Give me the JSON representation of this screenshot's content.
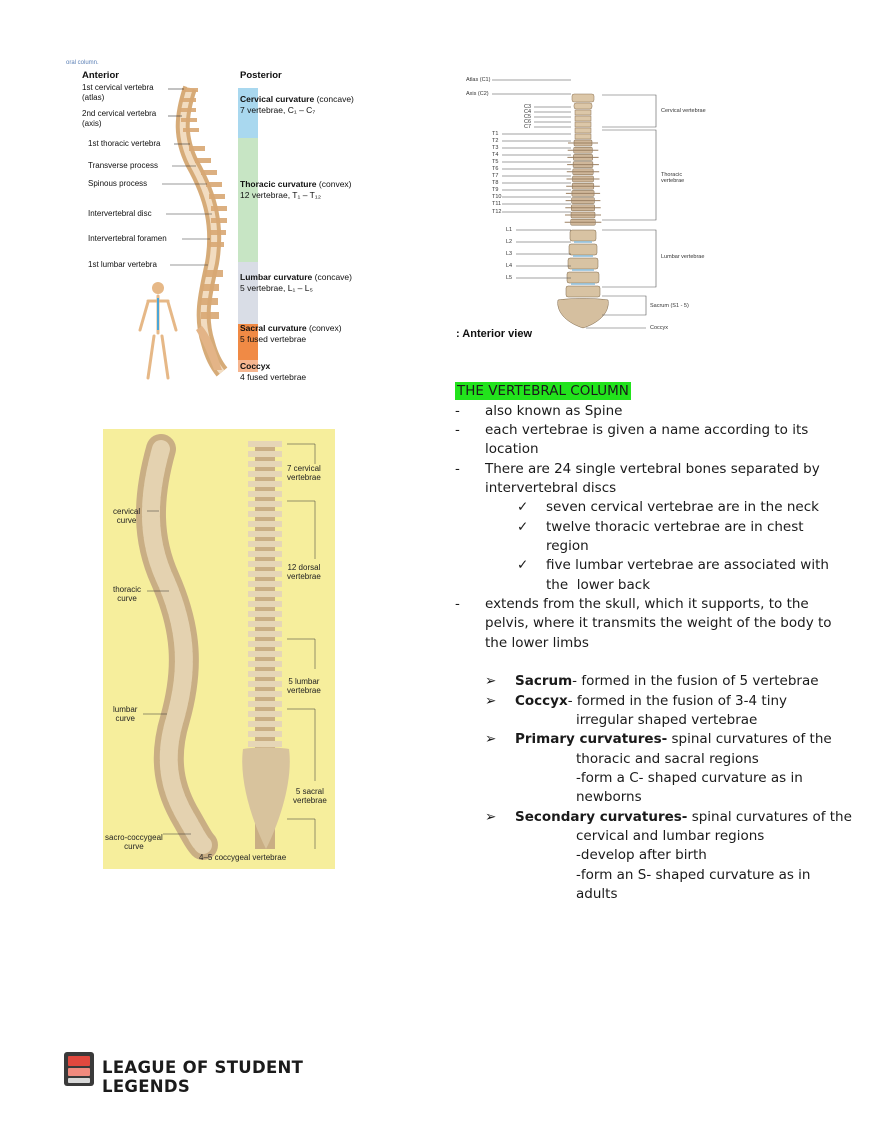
{
  "figure1": {
    "tiny_caption": "oral column.",
    "anterior_label": "Anterior",
    "posterior_label": "Posterior",
    "left_labels": [
      "1st cervical vertebra",
      "(atlas)",
      "2nd cervical vertebra",
      "(axis)",
      "1st thoracic vertebra",
      "Transverse process",
      "Spinous process",
      "Intervertebral disc",
      "Intervertebral foramen",
      "1st lumbar vertebra"
    ],
    "regions": [
      {
        "name": "Cervical curvature",
        "type": "(concave)",
        "detail": "7 vertebrae, C₁ – C₇"
      },
      {
        "name": "Thoracic curvature",
        "type": "(convex)",
        "detail": "12 vertebrae, T₁ – T₁₂"
      },
      {
        "name": "Lumbar curvature",
        "type": "(concave)",
        "detail": "5 vertebrae, L₁ – L₅"
      },
      {
        "name": "Sacral curvature",
        "type": "(convex)",
        "detail": "5 fused vertebrae"
      },
      {
        "name": "Coccyx",
        "type": "",
        "detail": "4 fused vertebrae"
      }
    ],
    "colors": {
      "cervical": "#a9d8ef",
      "thoracic": "#c7e5c4",
      "lumbar": "#d9dde6",
      "sacral": "#f08a45",
      "coccyx": "#f6b690"
    }
  },
  "figure2": {
    "caption": ": Anterior view",
    "left_labels": [
      "Atlas (C1)",
      "Axis (C2)",
      "C3",
      "C4",
      "C5",
      "C6",
      "C7",
      "T1",
      "T2",
      "T3",
      "T4",
      "T5",
      "T6",
      "T7",
      "T8",
      "T9",
      "T10",
      "T11",
      "T12",
      "L1",
      "L2",
      "L3",
      "L4",
      "L5"
    ],
    "right_labels": [
      "Cervical vertebrae",
      "Thoracic vertebrae",
      "Lumbar vertebrae",
      "Sacrum (S1 - 5)",
      "Coccyx"
    ]
  },
  "figure3": {
    "left_labels": [
      "cervical\ncurve",
      "thoracic\ncurve",
      "lumbar\ncurve",
      "sacro-coccygeal\ncurve"
    ],
    "right_labels": [
      "7 cervical\nvertebrae",
      "12 dorsal\nvertebrae",
      "5 lumbar\nvertebrae",
      "5 sacral\nvertebrae",
      "4–5 coccygeal vertebrae"
    ],
    "background": "#f6ee9c"
  },
  "text": {
    "title": "THE VERTEBRAL COLUMN",
    "bullets": [
      {
        "lines": [
          "also known as Spine"
        ]
      },
      {
        "lines": [
          "each vertebrae is given a name according to its",
          "location"
        ]
      },
      {
        "lines": [
          "There are 24 single vertebral bones separated by",
          "intervertebral discs"
        ]
      }
    ],
    "checks": [
      {
        "lines": [
          "seven cervical vertebrae are in the neck"
        ]
      },
      {
        "lines": [
          "twelve thoracic vertebrae are in chest",
          "region"
        ]
      },
      {
        "lines": [
          "five lumbar vertebrae are associated with",
          "the  lower back"
        ]
      }
    ],
    "bullet4": {
      "lines": [
        "extends from the skull, which it supports, to the",
        "pelvis, where it transmits the weight of the body to",
        "the lower limbs"
      ]
    },
    "arrows": [
      {
        "term": "Sacrum",
        "rest": "- formed in the fusion of 5 vertebrae",
        "cont": []
      },
      {
        "term": "Coccyx",
        "rest": "- formed in the fusion of 3-4 tiny",
        "cont": [
          "irregular shaped vertebrae"
        ]
      },
      {
        "term": "Primary curvatures-",
        "rest": " spinal curvatures of the",
        "cont": [
          "thoracic and sacral regions",
          "-form a C- shaped curvature as in",
          "newborns"
        ]
      },
      {
        "term": "Secondary curvatures-",
        "rest": " spinal curvatures of the",
        "cont": [
          "cervical and lumbar regions",
          "-develop after birth",
          "-form an S- shaped curvature as in",
          "adults"
        ]
      }
    ],
    "dash": "-",
    "check_mark": "✓",
    "arrow_mark": "➢"
  },
  "footer": {
    "logo_text": "LEAGUE OF STUDENT LEGENDS",
    "logo_icon": "book-stack-icon"
  }
}
